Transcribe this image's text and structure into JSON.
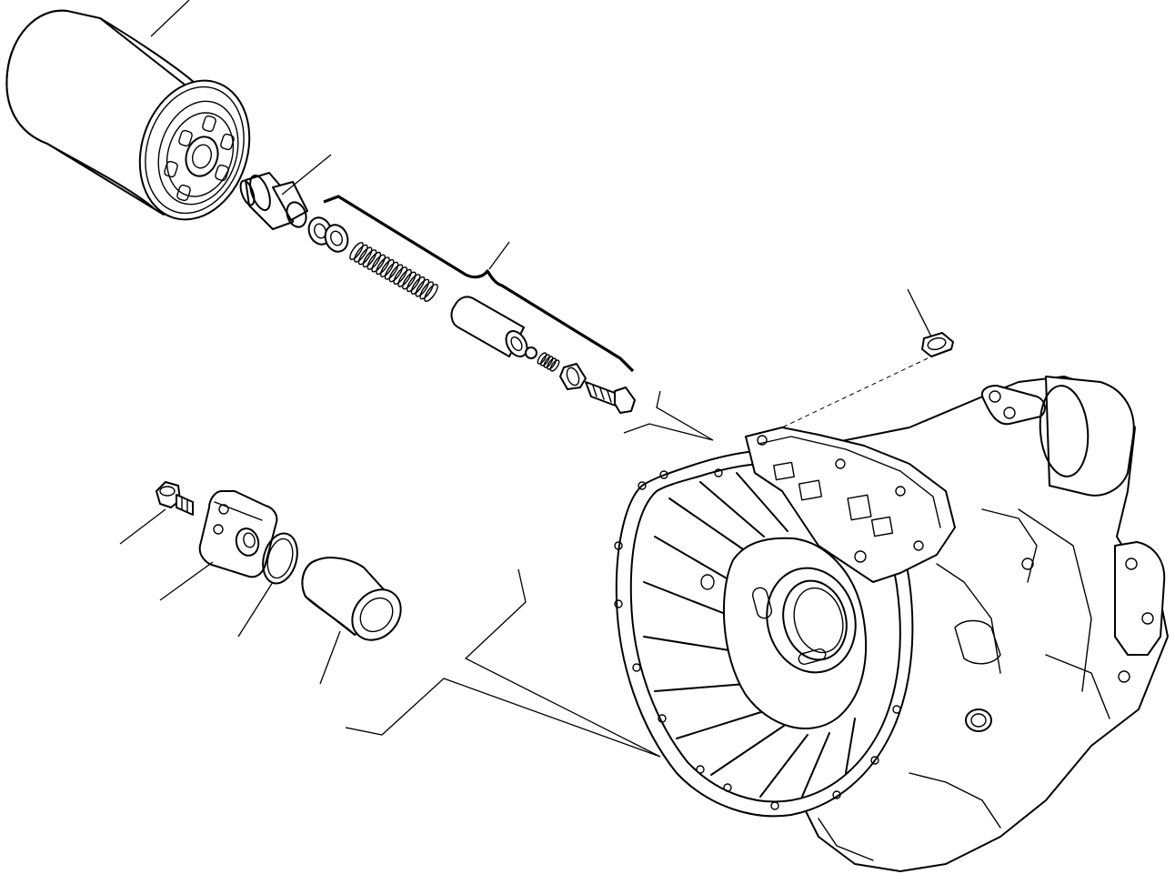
{
  "diagram": {
    "ink_color": "#000000",
    "background": "#ffffff",
    "parts": [
      {
        "id": "oil-filter-cartridge"
      },
      {
        "id": "filter-connector"
      },
      {
        "id": "relief-valve-assembly"
      },
      {
        "id": "drain-plug"
      },
      {
        "id": "mounting-bolt"
      },
      {
        "id": "cover-plate"
      },
      {
        "id": "o-ring"
      },
      {
        "id": "strainer-sleeve"
      },
      {
        "id": "transmission-housing"
      }
    ]
  }
}
